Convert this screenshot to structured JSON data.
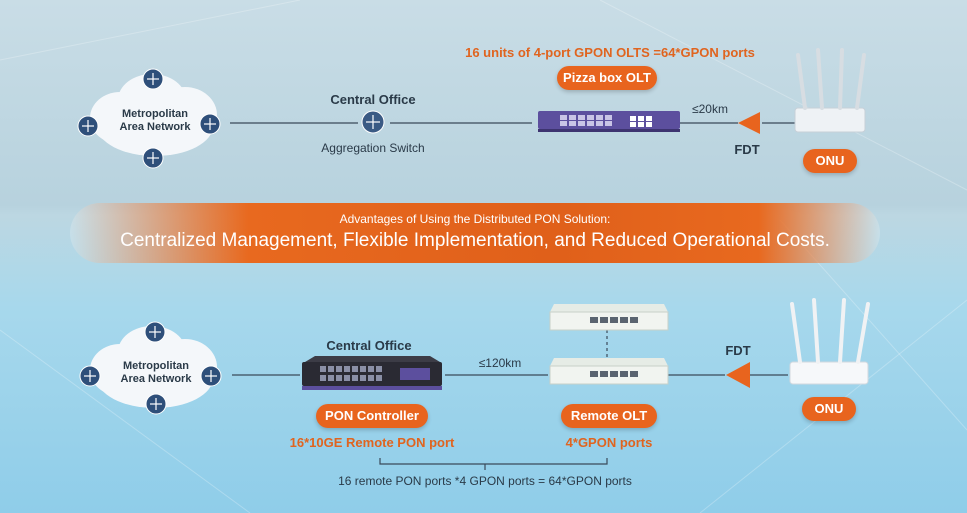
{
  "top": {
    "metro_label": "Metropolitan\nArea Network",
    "central_office": "Central Office",
    "aggregation_switch": "Aggregation Switch",
    "olt_note": "16 units of 4-port GPON OLTS =64*GPON ports",
    "pizza_box": "Pizza box OLT",
    "distance": "≤20km",
    "fdt": "FDT",
    "onu": "ONU"
  },
  "banner": {
    "subtitle": "Advantages of Using the Distributed PON Solution:",
    "title": "Centralized Management, Flexible Implementation, and Reduced Operational Costs."
  },
  "bottom": {
    "metro_label": "Metropolitan\nArea Network",
    "central_office": "Central Office",
    "distance": "≤120km",
    "fdt": "FDT",
    "pon_controller": "PON Controller",
    "pon_ports": "16*10GE Remote PON port",
    "remote_olt": "Remote OLT",
    "gpon_ports": "4*GPON ports",
    "onu": "ONU",
    "summary": "16 remote PON ports *4 GPON ports = 64*GPON ports"
  },
  "colors": {
    "accent": "#e8641e",
    "olt_purple": "#6a5aa8",
    "line": "#3a4a5a"
  }
}
